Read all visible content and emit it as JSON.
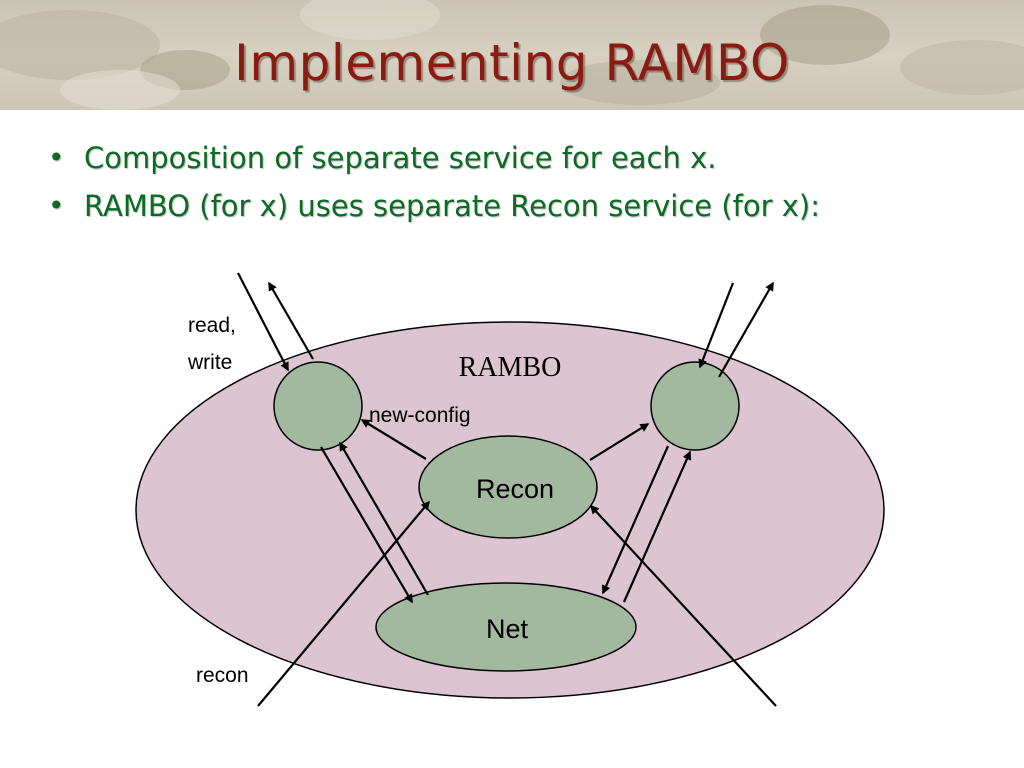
{
  "slide": {
    "title": "Implementing RAMBO",
    "bullets": [
      "Composition of separate service for each x.",
      "RAMBO (for x) uses separate Recon service (for x):"
    ]
  },
  "diagram": {
    "container_label": "RAMBO",
    "recon_label": "Recon",
    "net_label": "Net",
    "label_read_write_line1": "read,",
    "label_read_write_line2": "write",
    "label_new_config": "new-config",
    "label_recon": "recon"
  },
  "colors": {
    "title": "#8b1a12",
    "bullet_text": "#0b6b22",
    "container_fill": "#dcc4d0",
    "node_fill": "#a2b9a0",
    "stroke": "#000000"
  }
}
